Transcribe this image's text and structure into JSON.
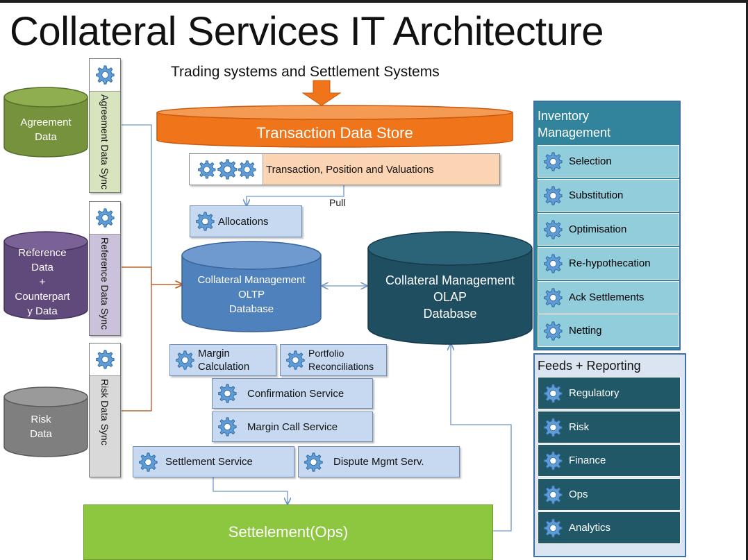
{
  "title": "Collateral Services IT Architecture",
  "subtitle": "Trading systems and Settlement Systems",
  "transaction_store": "Transaction Data Store",
  "transaction_service": "Transaction, Position and Valuations",
  "pull_label": "Pull",
  "allocations": "Allocations",
  "oltp": [
    "Collateral Management",
    "OLTP",
    "Database"
  ],
  "olap": [
    "Collateral Management",
    "OLAP",
    "Database"
  ],
  "sources": {
    "agreement": [
      "Agreement",
      "Data"
    ],
    "reference": [
      "Reference",
      "Data",
      "+",
      "Counterpart",
      "y Data"
    ],
    "risk": [
      "Risk",
      "Data"
    ]
  },
  "syncs": {
    "agreement": "Agreement Data Sync",
    "reference": "Reference Data Sync",
    "risk": "Risk Data Sync"
  },
  "services": {
    "margin_calc": [
      "Margin",
      "Calculation"
    ],
    "portfolio_recon": [
      "Portfolio",
      "Reconciliations"
    ],
    "confirmation": "Confirmation Service",
    "margin_call": "Margin Call Service",
    "settlement": "Settlement Service",
    "dispute": "Dispute Mgmt Serv."
  },
  "settlement_ops": "Settelement(Ops)",
  "inventory": {
    "title": [
      "Inventory",
      "Management"
    ],
    "items": [
      "Selection",
      "Substitution",
      "Optimisation",
      "Re-hypothecation",
      "Ack Settlements",
      "Netting"
    ]
  },
  "feeds": {
    "title": "Feeds + Reporting",
    "items": [
      "Regulatory",
      "Risk",
      "Finance",
      "Ops",
      "Analytics"
    ]
  },
  "colors": {
    "orange": "#f0741a",
    "agreement_cyl": "#76923c",
    "reference_cyl": "#604a7b",
    "risk_cyl": "#7f7f7f",
    "oltp_cyl": "#4f81bd",
    "olap_cyl": "#1f4e61",
    "inventory_head": "#31849b",
    "inventory_item": "#92cddc",
    "feeds_head": "#dbe5f1",
    "feeds_item": "#205867",
    "settlement_green": "#8dc63f"
  }
}
